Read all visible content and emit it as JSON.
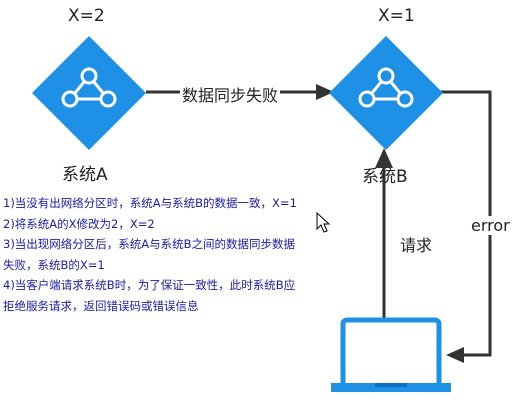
{
  "nodes": {
    "a": {
      "x_label": "X=2",
      "name": "系统A",
      "icon": "node-icon"
    },
    "b": {
      "x_label": "X=1",
      "name": "系统B",
      "icon": "node-icon"
    }
  },
  "edges": {
    "sync_label": "数据同步失败",
    "request_label": "请求",
    "error_label": "error"
  },
  "client": {
    "icon": "laptop-icon"
  },
  "notes": [
    "1)当没有出网络分区时，系统A与系统B的数据一致，X=1",
    "2)将系统A的X修改为2，X=2",
    "3)当出现网络分区后，系统A与系统B之间的数据同步数据",
    "失败，系统B的X=1",
    "4)当客户端请求系统B时，为了保证一致性，此时系统B应",
    "拒绝服务请求，返回错误码或错误信息"
  ],
  "colors": {
    "node": "#1e90e6",
    "arrow": "#333333",
    "notes": "#1a1aa8"
  }
}
